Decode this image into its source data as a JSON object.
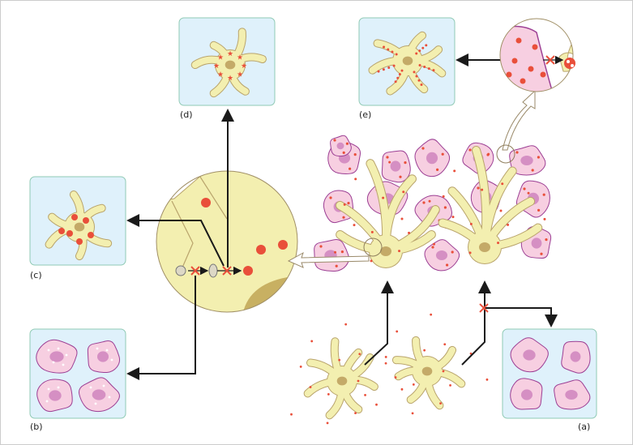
{
  "panels": {
    "a": {
      "label": "(a)"
    },
    "b": {
      "label": "(b)"
    },
    "c": {
      "label": "(c)"
    },
    "d": {
      "label": "(d)"
    },
    "e": {
      "label": "(e)"
    }
  },
  "colors": {
    "panel_bg": "#dff1fb",
    "panel_border": "#8fcab4",
    "glia_fill": "#f3efb0",
    "glia_stroke": "#b9a46c",
    "glia_nucleus": "#c4aa68",
    "neuron_fill": "#f7cfe1",
    "neuron_stroke": "#9c3f94",
    "neuron_nucleus": "#d58fc3",
    "dot": "#e94f3a",
    "arrow": "#1a1a1a"
  }
}
